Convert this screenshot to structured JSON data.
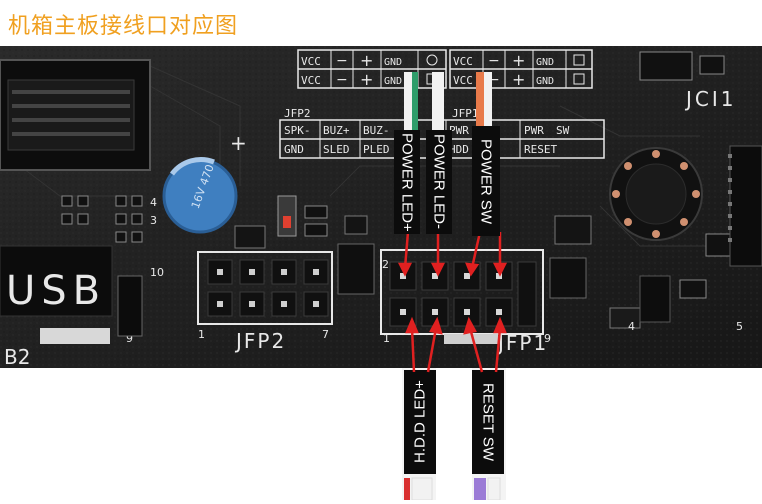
{
  "title": "机箱主板接线口对应图",
  "board": {
    "vcc": "VCC",
    "gnd": "GND",
    "minus": "−",
    "plus": "+",
    "jfp2": "JFP2",
    "jfp1": "JFP1",
    "jci1": "JCI1",
    "usb": "USB",
    "b2": "B2",
    "table_row1": [
      "SPK-",
      "BUZ+",
      "BUZ-",
      "PWR",
      "SW"
    ],
    "table_row2": [
      "GND",
      "SLED",
      "PLED",
      "HDD",
      "RESET"
    ],
    "pin_numbers": {
      "n10": "10",
      "n9": "9",
      "n1": "1",
      "n2": "2",
      "n7": "7",
      "n4": "4",
      "n3": "3",
      "n5": "5"
    },
    "capacitor_text": "16V 470"
  },
  "labels": {
    "power_led_plus": "POWER LED+",
    "power_led_minus": "POWER LED-",
    "power_sw": "POWER SW",
    "hdd_led_plus": "H.D.D LED+",
    "reset_sw": "RESET SW"
  },
  "colors": {
    "title": "#f0a020",
    "board": "#1f1f1f",
    "arrow": "#e02020",
    "wire_green": "#2e9d6a",
    "wire_white": "#f2f2f2",
    "wire_orange": "#e87a4a",
    "wire_purple": "#9b7bd6",
    "wire_red": "#d93030",
    "capacitor": "#3f7fc0"
  }
}
